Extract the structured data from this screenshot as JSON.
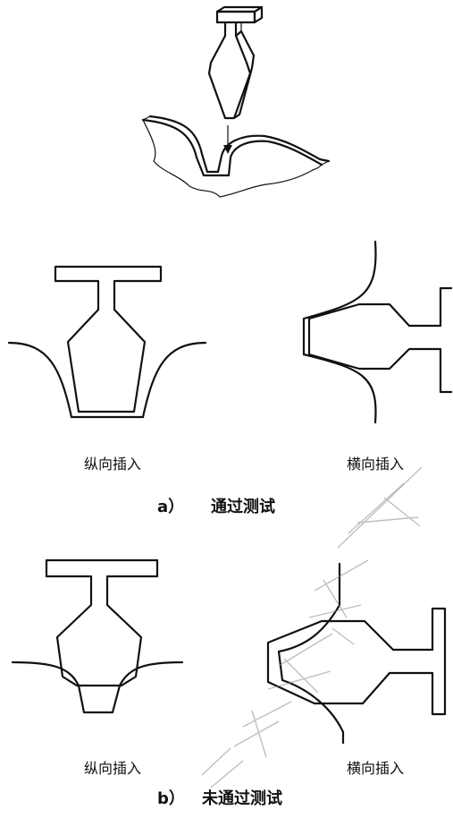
{
  "section_a": {
    "left_label": "纵向插入",
    "right_label": "横向插入",
    "caption_letter": "a）",
    "caption_text": "通过测试"
  },
  "section_b": {
    "left_label": "纵向插入",
    "right_label": "横向插入",
    "caption_letter": "b）",
    "caption_text": "未通过测试"
  },
  "colors": {
    "ink": "#111111",
    "watermark": "#8a8a8a"
  }
}
